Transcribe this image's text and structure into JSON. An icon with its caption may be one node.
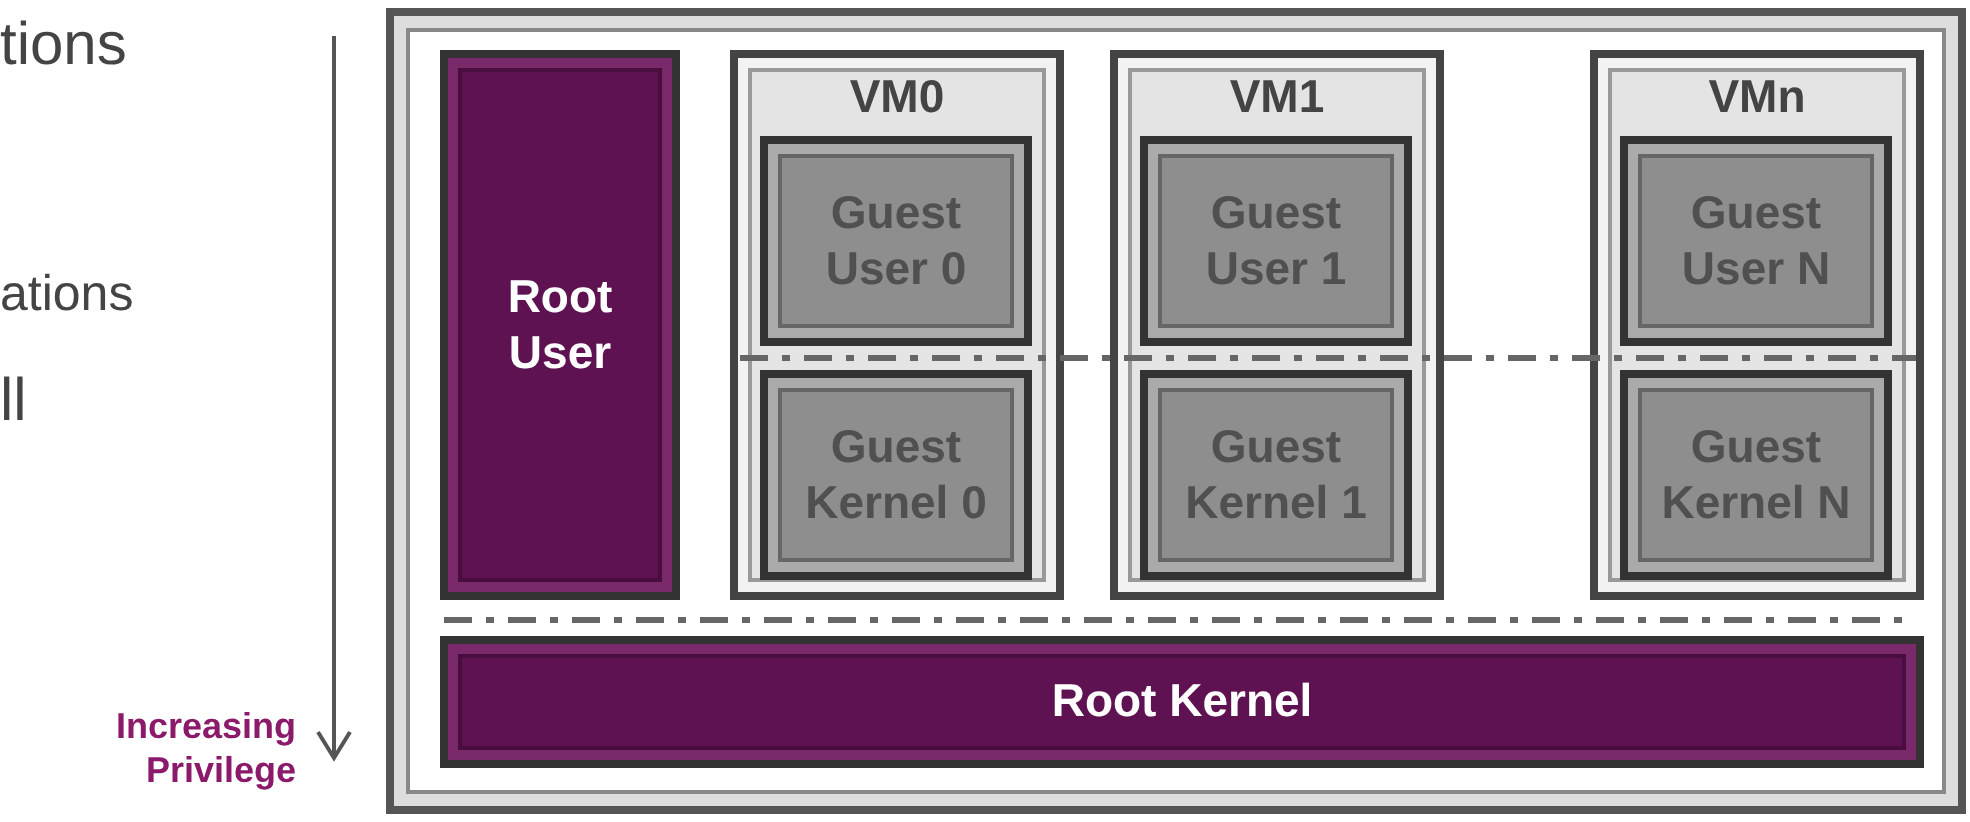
{
  "diagram": {
    "nodes": [
      {
        "text": [],
        "shape": "box"
      },
      {
        "text": [
          "Root User"
        ],
        "in": 0
      },
      {
        "text": [
          "VM0"
        ],
        "in": 0
      },
      {
        "text": [
          "Guest User 0"
        ],
        "in": 2
      },
      {
        "text": [
          "Guest Kernel 0"
        ],
        "in": 2
      },
      {
        "text": [
          "VM1"
        ],
        "in": 0
      },
      {
        "text": [
          "Guest User 1"
        ],
        "in": 5
      },
      {
        "text": [
          "Guest Kernel 1"
        ],
        "in": 5
      },
      {
        "text": [
          "VMn"
        ],
        "in": 0
      },
      {
        "text": [
          "Guest User N"
        ],
        "in": 8
      },
      {
        "text": [
          "Guest Kernel N"
        ],
        "in": 8
      },
      {
        "text": [
          "Root Kernel"
        ],
        "in": 0
      }
    ],
    "labels": [
      "tions",
      "ations",
      "ll",
      "Increasing Privilege"
    ]
  }
}
